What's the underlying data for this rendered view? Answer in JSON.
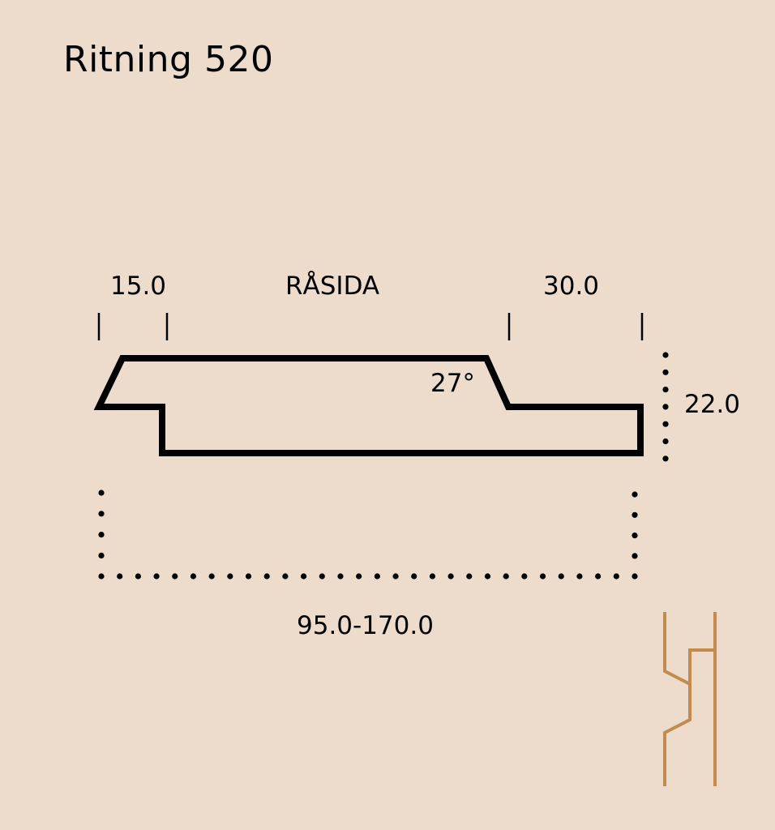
{
  "drawing": {
    "title": "Ritning 520",
    "dimensions": {
      "left_tongue": "15.0",
      "face_label": "RÅSIDA",
      "right_groove": "30.0",
      "bevel_angle": "27°",
      "thickness": "22.0",
      "width_range": "95.0-170.0"
    },
    "colors": {
      "background": "#eddccc",
      "profile_stroke": "#000000",
      "thumbnail_stroke": "#c38b4f"
    },
    "icons": {
      "installed_profile": "installed-panel-profile-icon"
    }
  }
}
